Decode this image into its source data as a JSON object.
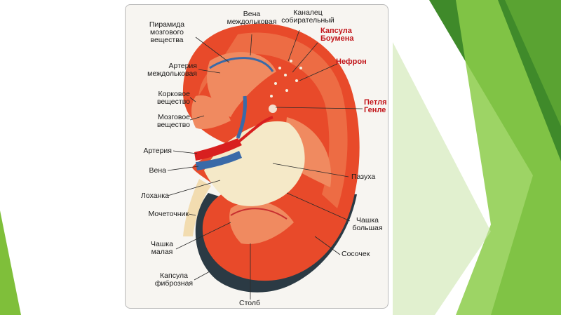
{
  "colors": {
    "accent_green": "#7fbf3a",
    "dark_green": "#2f6f1f",
    "kidney_red": "#e84a2a",
    "capsule_dark": "#2b3a44",
    "label_red": "#c2161b"
  },
  "labels": {
    "piramida": "Пирамида\nмозгового\nвещества",
    "arteria_mezhdol": "Артерия\nмеждольковая",
    "korkovoe": "Корковое\nвещество",
    "mozgovoe": "Мозговое\nвещество",
    "arteria": "Артерия",
    "vena": "Вена",
    "lokhanka": "Лоханка",
    "mochetochnik": "Мочеточник",
    "chashka_malaya": "Чашка\nмалая",
    "kapsula_fibroznaya": "Капсула\nфиброзная",
    "stolb": "Столб",
    "vena_mezhdol": "Вена\nмеждольковая",
    "kanalets": "Каналец\nсобирательный",
    "kapsula_boumena": "Капсула\nБоумена",
    "nefron": "Нефрон",
    "petlya_genle": "Петля\nГенле",
    "pazukha": "Пазуха",
    "chashka_bolshaya": "Чашка\nбольшая",
    "sosochek": "Сосочек"
  }
}
